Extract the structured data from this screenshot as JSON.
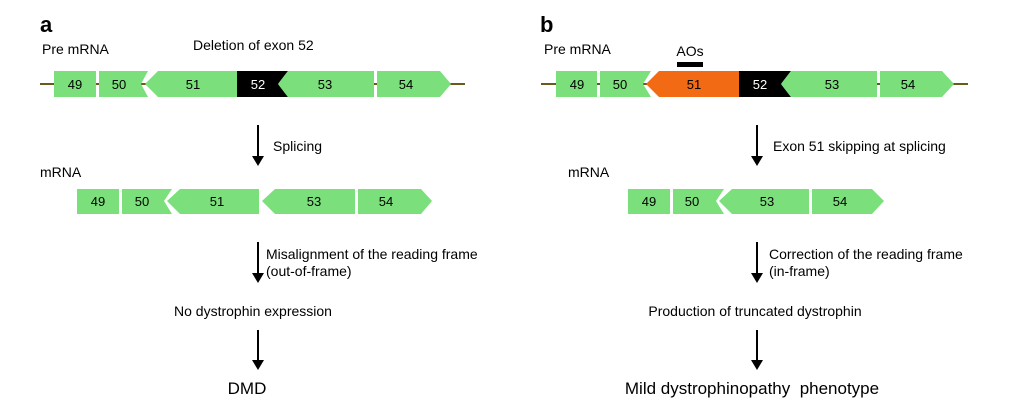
{
  "panel_a": {
    "letter": "a",
    "pre_mrna_label": "Pre mRNA",
    "deletion_label": "Deletion of exon 52",
    "pre_mrna_exons": [
      "49",
      "50",
      "51",
      "52",
      "53",
      "54"
    ],
    "step1_label": "Splicing",
    "mrna_label": "mRNA",
    "mrna_exons": [
      "49",
      "50",
      "51",
      "53",
      "54"
    ],
    "step2_label_line1": "Misalignment of the reading frame",
    "step2_label_line2": "(out-of-frame)",
    "result_label": "No dystrophin expression",
    "outcome_label": "DMD"
  },
  "panel_b": {
    "letter": "b",
    "pre_mrna_label": "Pre mRNA",
    "aos_label": "AOs",
    "pre_mrna_exons": [
      "49",
      "50",
      "51",
      "52",
      "53",
      "54"
    ],
    "step1_label": "Exon 51 skipping at splicing",
    "mrna_label": "mRNA",
    "mrna_exons": [
      "49",
      "50",
      "53",
      "54"
    ],
    "step2_label_line1": "Correction of the reading frame",
    "step2_label_line2": "(in-frame)",
    "result_label": "Production of truncated dystrophin",
    "outcome_label": "Mild dystrophinopathy  phenotype"
  },
  "colors": {
    "exon_green": "#7BE07B",
    "deleted_exon": "#000000",
    "skipped_exon": "#F26A14",
    "intron_line": "#6b5a1e"
  }
}
